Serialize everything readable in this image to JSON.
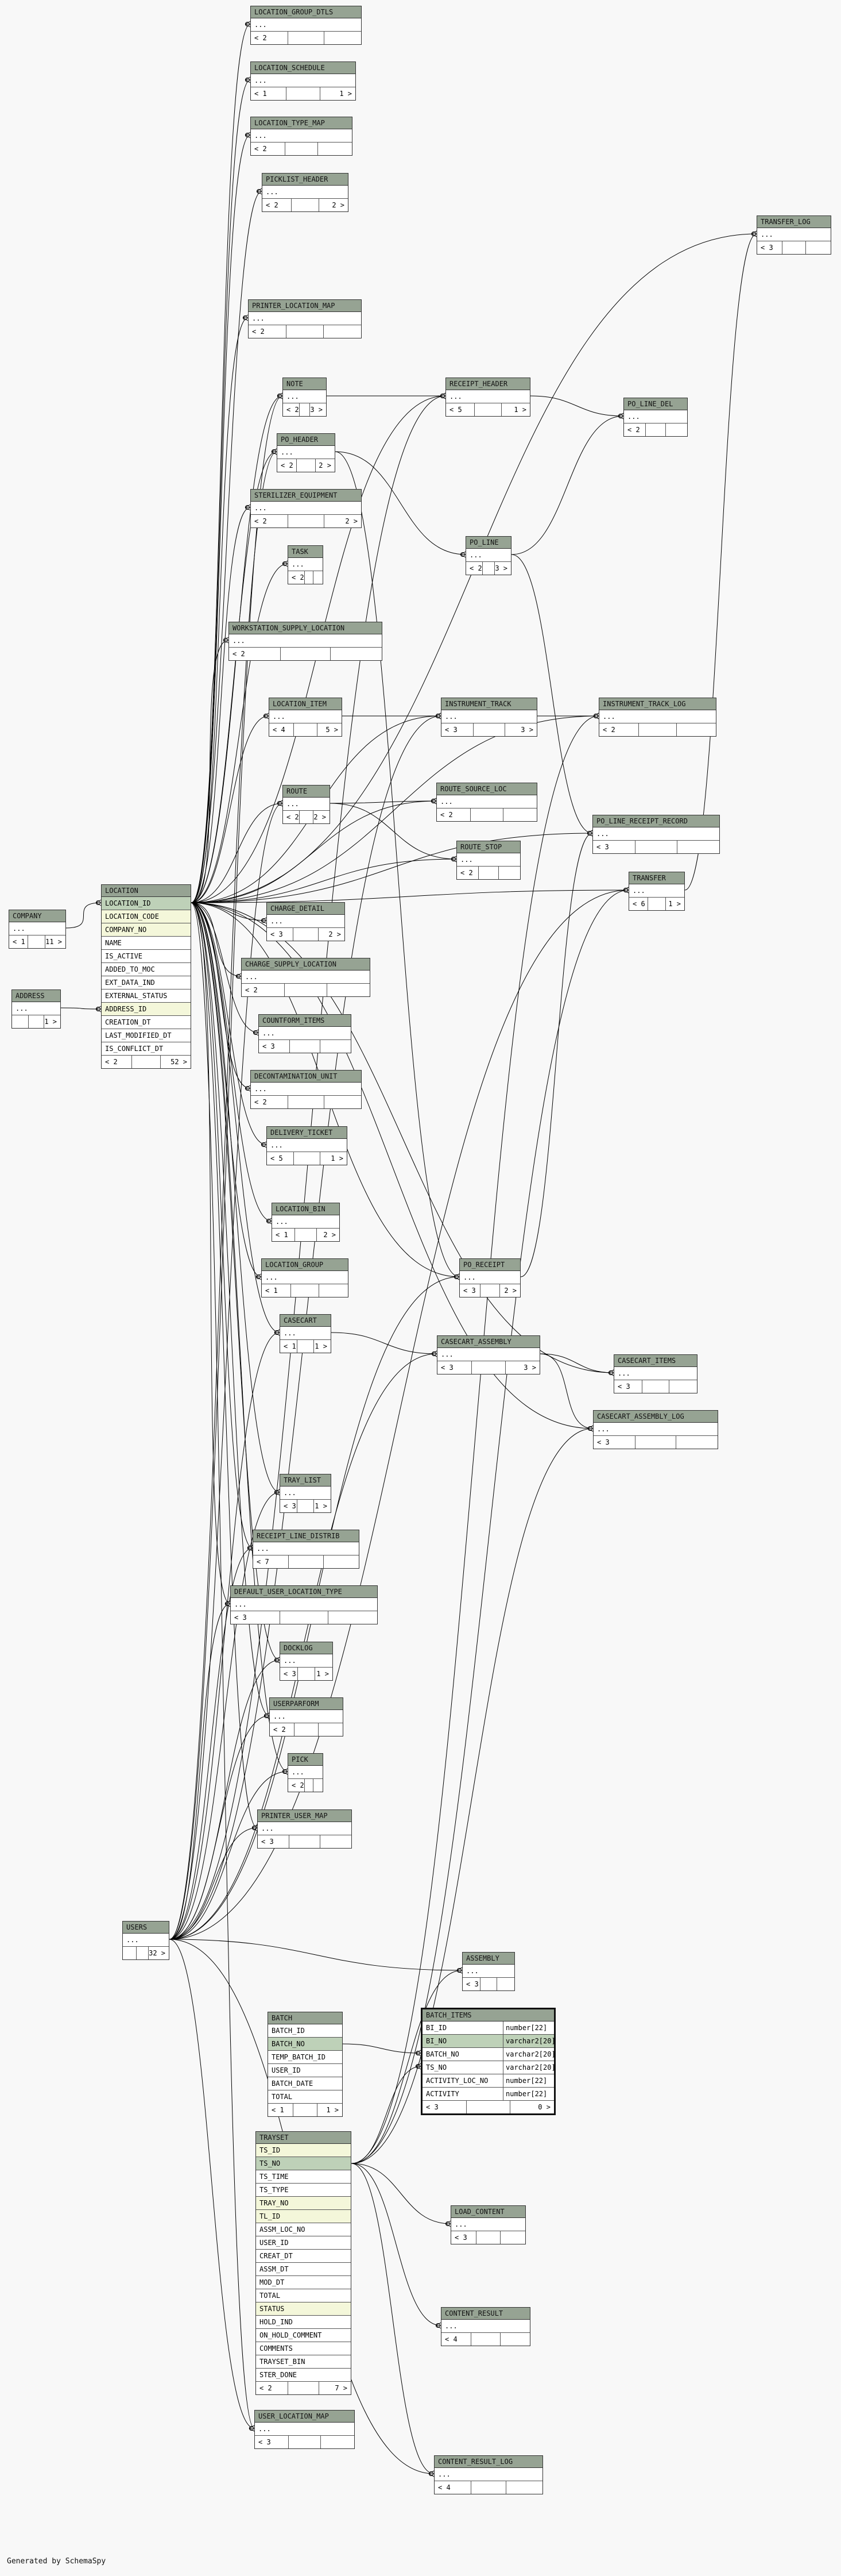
{
  "footer": "Generated by SchemaSpy",
  "tables": [
    {
      "id": "LOCATION_GROUP_DTLS",
      "name": "LOCATION_GROUP_DTLS",
      "stats": [
        "< 2",
        "",
        ""
      ]
    },
    {
      "id": "LOCATION_SCHEDULE",
      "name": "LOCATION_SCHEDULE",
      "stats": [
        "< 1",
        "",
        "1 >"
      ]
    },
    {
      "id": "LOCATION_TYPE_MAP",
      "name": "LOCATION_TYPE_MAP",
      "stats": [
        "< 2",
        "",
        ""
      ]
    },
    {
      "id": "PICKLIST_HEADER",
      "name": "PICKLIST_HEADER",
      "stats": [
        "< 2",
        "",
        "2 >"
      ]
    },
    {
      "id": "TRANSFER_LOG",
      "name": "TRANSFER_LOG",
      "stats": [
        "< 3",
        "",
        ""
      ]
    },
    {
      "id": "PRINTER_LOCATION_MAP",
      "name": "PRINTER_LOCATION_MAP",
      "stats": [
        "< 2",
        "",
        ""
      ]
    },
    {
      "id": "NOTE",
      "name": "NOTE",
      "stats": [
        "< 2",
        "",
        "3 >"
      ]
    },
    {
      "id": "RECEIPT_HEADER",
      "name": "RECEIPT_HEADER",
      "stats": [
        "< 5",
        "",
        "1 >"
      ]
    },
    {
      "id": "PO_LINE_DEL",
      "name": "PO_LINE_DEL",
      "stats": [
        "< 2",
        "",
        ""
      ]
    },
    {
      "id": "PO_HEADER",
      "name": "PO_HEADER",
      "stats": [
        "< 2",
        "",
        "2 >"
      ]
    },
    {
      "id": "STERILIZER_EQUIPMENT",
      "name": "STERILIZER_EQUIPMENT",
      "stats": [
        "< 2",
        "",
        "2 >"
      ]
    },
    {
      "id": "PO_LINE",
      "name": "PO_LINE",
      "stats": [
        "< 2",
        "",
        "3 >"
      ]
    },
    {
      "id": "TASK",
      "name": "TASK",
      "stats": [
        "< 2",
        "",
        ""
      ]
    },
    {
      "id": "WORKSTATION_SUPPLY_LOCATION",
      "name": "WORKSTATION_SUPPLY_LOCATION",
      "stats": [
        "< 2",
        "",
        ""
      ]
    },
    {
      "id": "LOCATION_ITEM",
      "name": "LOCATION_ITEM",
      "stats": [
        "< 4",
        "",
        "5 >"
      ]
    },
    {
      "id": "INSTRUMENT_TRACK",
      "name": "INSTRUMENT_TRACK",
      "stats": [
        "< 3",
        "",
        "3 >"
      ]
    },
    {
      "id": "INSTRUMENT_TRACK_LOG",
      "name": "INSTRUMENT_TRACK_LOG",
      "stats": [
        "< 2",
        "",
        ""
      ]
    },
    {
      "id": "ROUTE",
      "name": "ROUTE",
      "stats": [
        "< 2",
        "",
        "2 >"
      ]
    },
    {
      "id": "ROUTE_SOURCE_LOC",
      "name": "ROUTE_SOURCE_LOC",
      "stats": [
        "< 2",
        "",
        ""
      ]
    },
    {
      "id": "PO_LINE_RECEIPT_RECORD",
      "name": "PO_LINE_RECEIPT_RECORD",
      "stats": [
        "< 3",
        "",
        ""
      ]
    },
    {
      "id": "ROUTE_STOP",
      "name": "ROUTE_STOP",
      "stats": [
        "< 2",
        "",
        ""
      ]
    },
    {
      "id": "TRANSFER",
      "name": "TRANSFER",
      "stats": [
        "< 6",
        "",
        "1 >"
      ]
    },
    {
      "id": "COMPANY",
      "name": "COMPANY",
      "stats": [
        "< 1",
        "",
        "11 >"
      ]
    },
    {
      "id": "CHARGE_DETAIL",
      "name": "CHARGE_DETAIL",
      "stats": [
        "< 3",
        "",
        "2 >"
      ]
    },
    {
      "id": "CHARGE_SUPPLY_LOCATION",
      "name": "CHARGE_SUPPLY_LOCATION",
      "stats": [
        "< 2",
        "",
        ""
      ]
    },
    {
      "id": "ADDRESS",
      "name": "ADDRESS",
      "stats": [
        "",
        "",
        "1 >"
      ]
    },
    {
      "id": "COUNTFORM_ITEMS",
      "name": "COUNTFORM_ITEMS",
      "stats": [
        "< 3",
        "",
        ""
      ]
    },
    {
      "id": "DECONTAMINATION_UNIT",
      "name": "DECONTAMINATION_UNIT",
      "stats": [
        "< 2",
        "",
        ""
      ]
    },
    {
      "id": "DELIVERY_TICKET",
      "name": "DELIVERY_TICKET",
      "stats": [
        "< 5",
        "",
        "1 >"
      ]
    },
    {
      "id": "LOCATION_BIN",
      "name": "LOCATION_BIN",
      "stats": [
        "< 1",
        "",
        "2 >"
      ]
    },
    {
      "id": "LOCATION_GROUP",
      "name": "LOCATION_GROUP",
      "stats": [
        "< 1",
        "",
        ""
      ]
    },
    {
      "id": "PO_RECEIPT",
      "name": "PO_RECEIPT",
      "stats": [
        "< 3",
        "",
        "2 >"
      ]
    },
    {
      "id": "CASECART",
      "name": "CASECART",
      "stats": [
        "< 1",
        "",
        "1 >"
      ]
    },
    {
      "id": "CASECART_ASSEMBLY",
      "name": "CASECART_ASSEMBLY",
      "stats": [
        "< 3",
        "",
        "3 >"
      ]
    },
    {
      "id": "CASECART_ITEMS",
      "name": "CASECART_ITEMS",
      "stats": [
        "< 3",
        "",
        ""
      ]
    },
    {
      "id": "CASECART_ASSEMBLY_LOG",
      "name": "CASECART_ASSEMBLY_LOG",
      "stats": [
        "< 3",
        "",
        ""
      ]
    },
    {
      "id": "TRAY_LIST",
      "name": "TRAY_LIST",
      "stats": [
        "< 3",
        "",
        "1 >"
      ]
    },
    {
      "id": "RECEIPT_LINE_DISTRIB",
      "name": "RECEIPT_LINE_DISTRIB",
      "stats": [
        "< 7",
        "",
        ""
      ]
    },
    {
      "id": "DEFAULT_USER_LOCATION_TYPE",
      "name": "DEFAULT_USER_LOCATION_TYPE",
      "stats": [
        "< 3",
        "",
        ""
      ]
    },
    {
      "id": "DOCKLOG",
      "name": "DOCKLOG",
      "stats": [
        "< 3",
        "",
        "1 >"
      ]
    },
    {
      "id": "USERPARFORM",
      "name": "USERPARFORM",
      "stats": [
        "< 2",
        "",
        ""
      ]
    },
    {
      "id": "PICK",
      "name": "PICK",
      "stats": [
        "< 2",
        "",
        ""
      ]
    },
    {
      "id": "PRINTER_USER_MAP",
      "name": "PRINTER_USER_MAP",
      "stats": [
        "< 3",
        "",
        ""
      ]
    },
    {
      "id": "USERS",
      "name": "USERS",
      "stats": [
        "",
        "",
        "32 >"
      ]
    },
    {
      "id": "ASSEMBLY",
      "name": "ASSEMBLY",
      "stats": [
        "< 3",
        "",
        ""
      ]
    },
    {
      "id": "LOAD_CONTENT",
      "name": "LOAD_CONTENT",
      "stats": [
        "< 3",
        "",
        ""
      ]
    },
    {
      "id": "CONTENT_RESULT",
      "name": "CONTENT_RESULT",
      "stats": [
        "< 4",
        "",
        ""
      ]
    },
    {
      "id": "USER_LOCATION_MAP",
      "name": "USER_LOCATION_MAP",
      "stats": [
        "< 3",
        "",
        ""
      ]
    },
    {
      "id": "CONTENT_RESULT_LOG",
      "name": "CONTENT_RESULT_LOG",
      "stats": [
        "< 4",
        "",
        ""
      ]
    },
    {
      "id": "LOCATION",
      "name": "LOCATION",
      "stats": [
        "< 2",
        "",
        "52 >"
      ],
      "columns": [
        {
          "name": "LOCATION_ID",
          "kind": "pk"
        },
        {
          "name": "LOCATION_CODE",
          "kind": "fk"
        },
        {
          "name": "COMPANY_NO",
          "kind": "fk"
        },
        {
          "name": "NAME",
          "kind": "plain"
        },
        {
          "name": "IS_ACTIVE",
          "kind": "plain"
        },
        {
          "name": "ADDED_TO_MOC",
          "kind": "plain"
        },
        {
          "name": "EXT_DATA_IND",
          "kind": "plain"
        },
        {
          "name": "EXTERNAL_STATUS",
          "kind": "plain"
        },
        {
          "name": "ADDRESS_ID",
          "kind": "fk"
        },
        {
          "name": "CREATION_DT",
          "kind": "plain"
        },
        {
          "name": "LAST_MODIFIED_DT",
          "kind": "plain"
        },
        {
          "name": "IS_CONFLICT_DT",
          "kind": "plain"
        }
      ]
    },
    {
      "id": "BATCH",
      "name": "BATCH",
      "stats": [
        "< 1",
        "",
        "1 >"
      ],
      "columns": [
        {
          "name": "BATCH_ID",
          "kind": "plain"
        },
        {
          "name": "BATCH_NO",
          "kind": "pk"
        },
        {
          "name": "TEMP_BATCH_ID",
          "kind": "plain"
        },
        {
          "name": "USER_ID",
          "kind": "plain"
        },
        {
          "name": "BATCH_DATE",
          "kind": "plain"
        },
        {
          "name": "TOTAL",
          "kind": "plain"
        }
      ]
    },
    {
      "id": "BATCH_ITEMS",
      "name": "BATCH_ITEMS",
      "stats": [
        "< 3",
        "",
        "0 >"
      ],
      "columns": [
        {
          "name": "BI_ID",
          "kind": "plain",
          "type": "number[22]"
        },
        {
          "name": "BI_NO",
          "kind": "pk",
          "type": "varchar2[20]"
        },
        {
          "name": "BATCH_NO",
          "kind": "plain",
          "type": "varchar2[20]"
        },
        {
          "name": "TS_NO",
          "kind": "plain",
          "type": "varchar2[20]"
        },
        {
          "name": "ACTIVITY_LOC_NO",
          "kind": "plain",
          "type": "number[22]"
        },
        {
          "name": "ACTIVITY",
          "kind": "plain",
          "type": "number[22]"
        }
      ]
    },
    {
      "id": "TRAYSET",
      "name": "TRAYSET",
      "stats": [
        "< 2",
        "",
        "7 >"
      ],
      "columns": [
        {
          "name": "TS_ID",
          "kind": "fk"
        },
        {
          "name": "TS_NO",
          "kind": "pk"
        },
        {
          "name": "TS_TIME",
          "kind": "plain"
        },
        {
          "name": "TS_TYPE",
          "kind": "plain"
        },
        {
          "name": "TRAY_NO",
          "kind": "fk"
        },
        {
          "name": "TL_ID",
          "kind": "fk"
        },
        {
          "name": "ASSM_LOC_NO",
          "kind": "plain"
        },
        {
          "name": "USER_ID",
          "kind": "plain"
        },
        {
          "name": "CREAT_DT",
          "kind": "plain"
        },
        {
          "name": "ASSM_DT",
          "kind": "plain"
        },
        {
          "name": "MOD_DT",
          "kind": "plain"
        },
        {
          "name": "TOTAL",
          "kind": "plain"
        },
        {
          "name": "STATUS",
          "kind": "fk"
        },
        {
          "name": "HOLD_IND",
          "kind": "plain"
        },
        {
          "name": "ON_HOLD_COMMENT",
          "kind": "plain"
        },
        {
          "name": "COMMENTS",
          "kind": "plain"
        },
        {
          "name": "TRAYSET_BIN",
          "kind": "plain"
        },
        {
          "name": "STER_DONE",
          "kind": "plain"
        }
      ]
    }
  ]
}
